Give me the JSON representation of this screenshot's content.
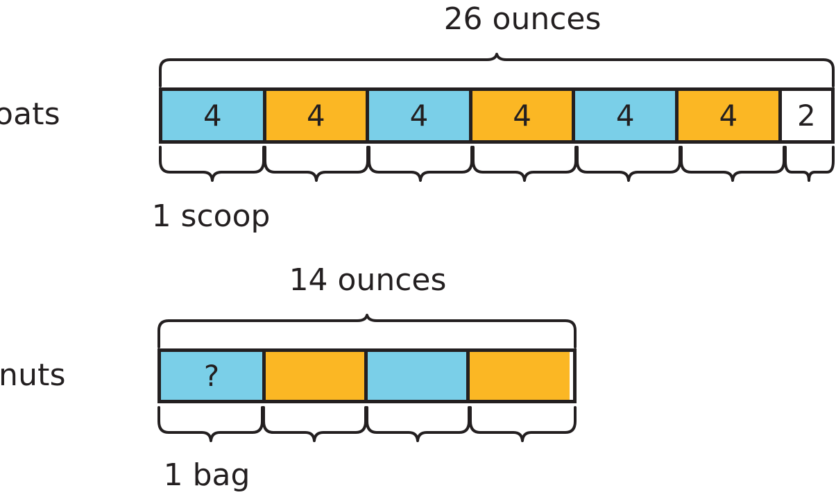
{
  "diagram": {
    "type": "tape-diagram",
    "colors": {
      "blue": "#7acfe8",
      "orange": "#fbb724",
      "white": "#ffffff",
      "stroke": "#231f20"
    },
    "rows": [
      {
        "label": "oats",
        "total_label": "26 ounces",
        "total_value": 26,
        "unit_label": "1 scoop",
        "unit_value": 4,
        "cells": [
          {
            "value": "4",
            "color": "#7acfe8",
            "full_unit": true
          },
          {
            "value": "4",
            "color": "#fbb724",
            "full_unit": true
          },
          {
            "value": "4",
            "color": "#7acfe8",
            "full_unit": true
          },
          {
            "value": "4",
            "color": "#fbb724",
            "full_unit": true
          },
          {
            "value": "4",
            "color": "#7acfe8",
            "full_unit": true
          },
          {
            "value": "4",
            "color": "#fbb724",
            "full_unit": true
          },
          {
            "value": "2",
            "color": "#ffffff",
            "full_unit": false
          }
        ]
      },
      {
        "label": "nuts",
        "total_label": "14 ounces",
        "total_value": 14,
        "unit_label": "1 bag",
        "unit_value": "?",
        "cells": [
          {
            "value": "?",
            "color": "#7acfe8",
            "full_unit": true
          },
          {
            "value": "",
            "color": "#fbb724",
            "full_unit": true
          },
          {
            "value": "",
            "color": "#7acfe8",
            "full_unit": true
          },
          {
            "value": "",
            "color": "#fbb724",
            "full_unit": true
          }
        ]
      }
    ]
  }
}
